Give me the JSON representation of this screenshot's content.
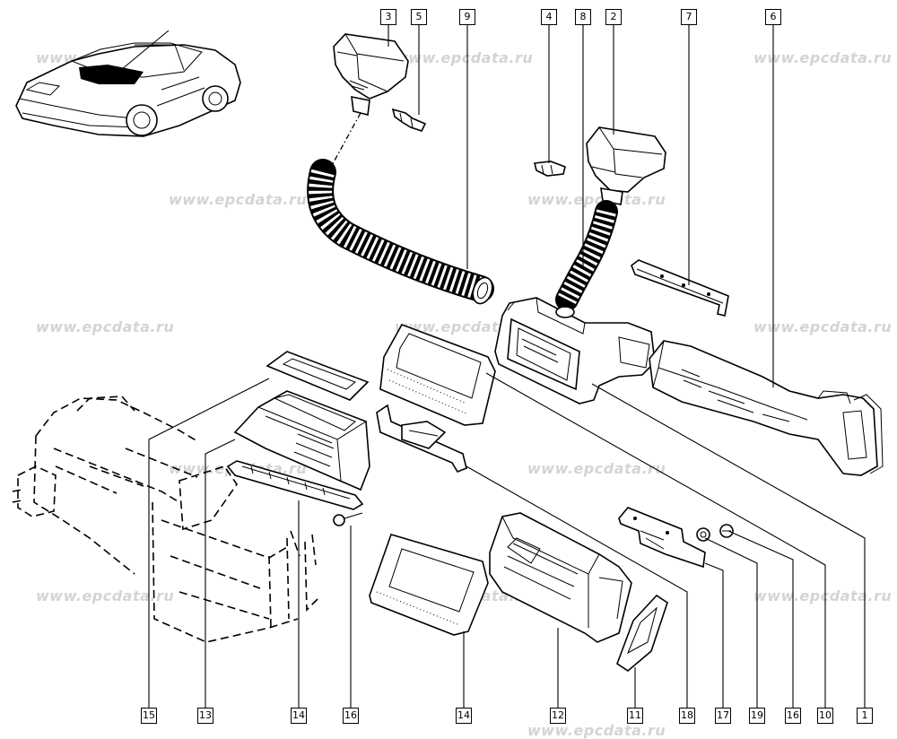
{
  "watermark": "www.epcdata.ru",
  "callouts_top": [
    "3",
    "5",
    "9",
    "4",
    "8",
    "2",
    "7",
    "6"
  ],
  "callouts_bottom": [
    "15",
    "13",
    "14",
    "16",
    "14",
    "12",
    "11",
    "18",
    "17",
    "19",
    "16",
    "10",
    "1"
  ]
}
